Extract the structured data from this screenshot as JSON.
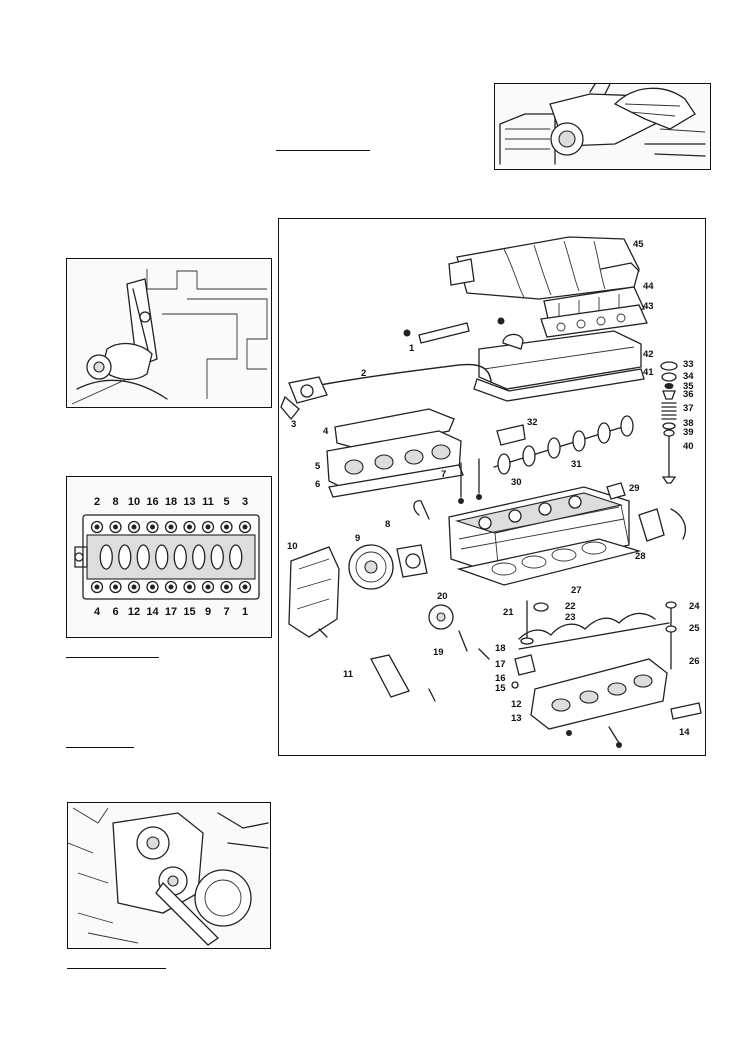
{
  "exploded_view": {
    "callouts": [
      "1",
      "2",
      "3",
      "4",
      "5",
      "6",
      "7",
      "8",
      "9",
      "10",
      "11",
      "12",
      "13",
      "14",
      "15",
      "16",
      "17",
      "18",
      "19",
      "20",
      "21",
      "22",
      "23",
      "24",
      "25",
      "26",
      "27",
      "28",
      "29",
      "30",
      "31",
      "32",
      "33",
      "34",
      "35",
      "36",
      "37",
      "38",
      "39",
      "40",
      "41",
      "42",
      "43",
      "44",
      "45"
    ]
  },
  "tightening_sequence": {
    "top_row": [
      "2",
      "8",
      "10",
      "16",
      "18",
      "13",
      "11",
      "5",
      "3"
    ],
    "bottom_row": [
      "4",
      "6",
      "12",
      "14",
      "17",
      "15",
      "9",
      "7",
      "1"
    ]
  }
}
